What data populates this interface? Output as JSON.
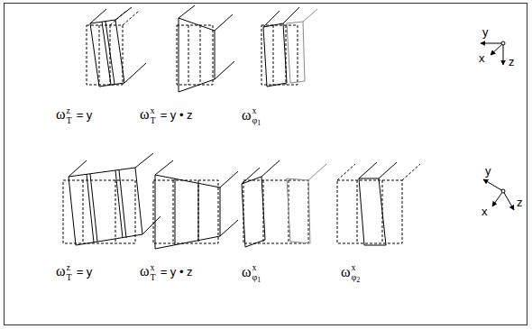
{
  "diagram": {
    "labels": [
      "ω",
      "z",
      "T",
      "= y",
      "ω",
      "x",
      "T",
      "= y • z",
      "ω",
      "x",
      "φ",
      "1",
      "y",
      "x",
      "z",
      "ω",
      "z",
      "T",
      "= y",
      "ω",
      "x",
      "T",
      "= y • z",
      "ω",
      "x",
      "φ",
      "1",
      "ω",
      "x",
      "φ",
      "2",
      "y",
      "x",
      "z"
    ]
  }
}
